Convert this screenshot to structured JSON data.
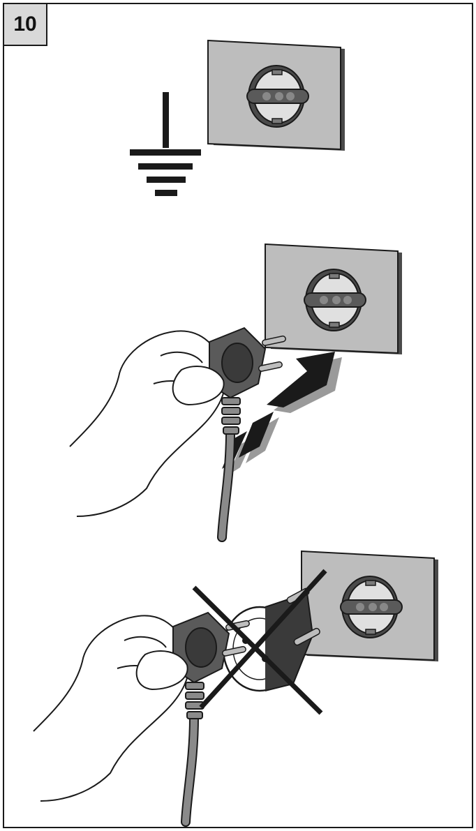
{
  "step": {
    "number": "10"
  },
  "colors": {
    "outline": "#1a1a1a",
    "plate_face": "#bdbdbd",
    "plate_edge": "#4a4a4a",
    "socket_insert": "#e0e0e0",
    "plug_body": "#5a5a5a",
    "cable": "#8a8a8a",
    "arrow": "#1a1a1a",
    "arrow_shadow": "#9a9a9a",
    "badge_bg": "#d9d9d9"
  },
  "panels": [
    {
      "name": "earthed-socket",
      "icons": [
        "ground-symbol-icon",
        "wall-socket-icon"
      ]
    },
    {
      "name": "insert-plug",
      "icons": [
        "hand-icon",
        "schuko-plug-icon",
        "insert-arrow-icon",
        "wall-socket-icon"
      ]
    },
    {
      "name": "no-adapter",
      "icons": [
        "hand-icon",
        "schuko-plug-icon",
        "adapter-icon",
        "prohibited-cross-icon",
        "wall-socket-icon"
      ]
    }
  ]
}
